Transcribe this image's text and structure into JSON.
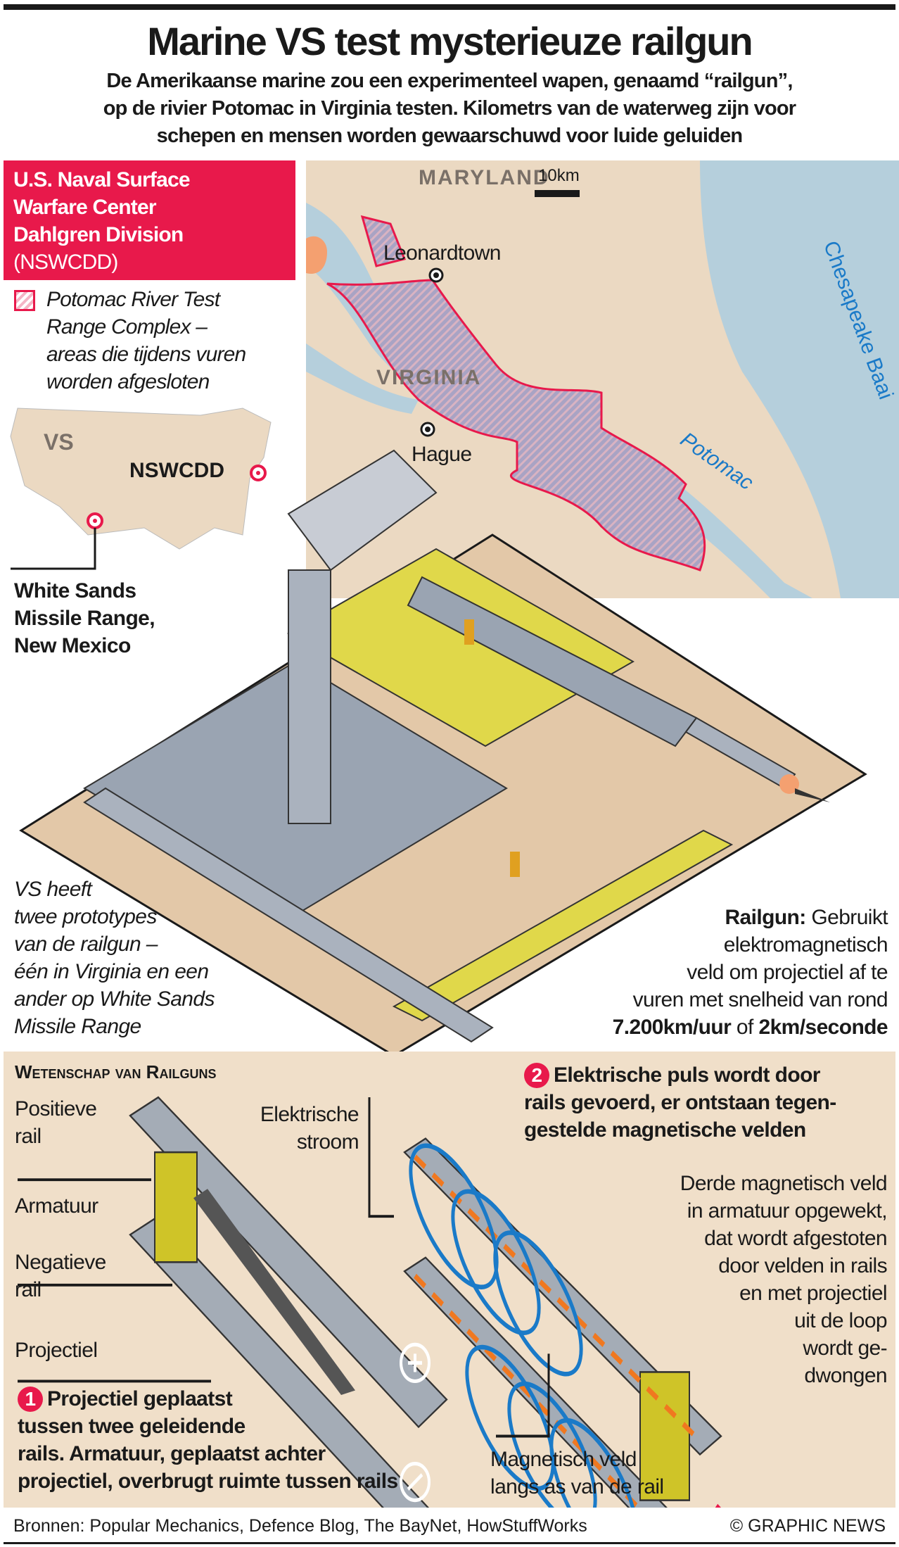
{
  "title": "Marine VS test mysterieuze railgun",
  "subtitle": [
    "De Amerikaanse marine zou een experimenteel wapen, genaamd “railgun”,",
    "op de rivier Potomac in Virginia testen. Kilometrs van de waterweg zijn voor",
    "schepen en mensen worden gewaarschuwd voor luide geluiden"
  ],
  "callout": {
    "lines": [
      "U.S. Naval Surface",
      "Warfare Center",
      "Dahlgren Division"
    ],
    "abbr": "(NSWCDD)"
  },
  "legend": [
    "Potomac River Test",
    "Range Complex –",
    "areas die tijdens vuren",
    "worden afgesloten"
  ],
  "map": {
    "maryland": "MARYLAND",
    "virginia": "VIRGINIA",
    "scale": "10km",
    "leonardtown": "Leonardtown",
    "hague": "Hague",
    "chesapeake": "Chesapeake Baai",
    "potomac": "Potomac"
  },
  "usmap": {
    "vs": "VS",
    "nswcdd": "NSWCDD",
    "whitesands": [
      "White Sands",
      "Missile Range,",
      "New Mexico"
    ]
  },
  "prototypes": [
    "VS heeft",
    "twee prototypes",
    "van de railgun –",
    "één in Virginia en een",
    "ander op White Sands",
    "Missile Range"
  ],
  "railgun": {
    "label": "Railgun:",
    "lines": [
      "Gebruikt",
      "elektromagnetisch",
      "veld om projectiel af te",
      "vuren met snelheid van rond"
    ],
    "speed1": "7.200km/uur",
    "of": "of",
    "speed2": "2km/seconde"
  },
  "science": {
    "heading": "Wetenschap van Railguns",
    "labels": {
      "pos": [
        "Positieve",
        "rail"
      ],
      "arm": "Armatuur",
      "neg": [
        "Negatieve",
        "rail"
      ],
      "proj": "Projectiel",
      "stroom": [
        "Elektrische",
        "stroom"
      ],
      "magveld": [
        "Magnetisch veld",
        "langs as van de rail"
      ]
    },
    "step1": {
      "num": "1",
      "lines": [
        "Projectiel geplaatst",
        "tussen twee geleidende",
        "rails. Armatuur, geplaatst achter",
        "projectiel, overbrugt ruimte tussen rails"
      ]
    },
    "step2": {
      "num": "2",
      "lines": [
        "Elektrische puls wordt door",
        "rails gevoerd, er ontstaan tegen-",
        "gestelde magnetische velden"
      ]
    },
    "third": [
      "Derde magnetisch veld",
      "in armatuur opgewekt,",
      "dat wordt afgestoten",
      "door velden in rails",
      "en met projectiel",
      "uit de loop",
      "wordt ge-",
      "dwongen"
    ]
  },
  "footer": {
    "sources": "Bronnen: Popular Mechanics, Defence Blog, The BayNet, HowStuffWorks",
    "credit": "© GRAPHIC NEWS"
  },
  "colors": {
    "accent": "#e8194b",
    "water": "#b5cfdc",
    "land": "#ebd9c2",
    "orange": "#f07820",
    "blue": "#1a7ac8"
  }
}
